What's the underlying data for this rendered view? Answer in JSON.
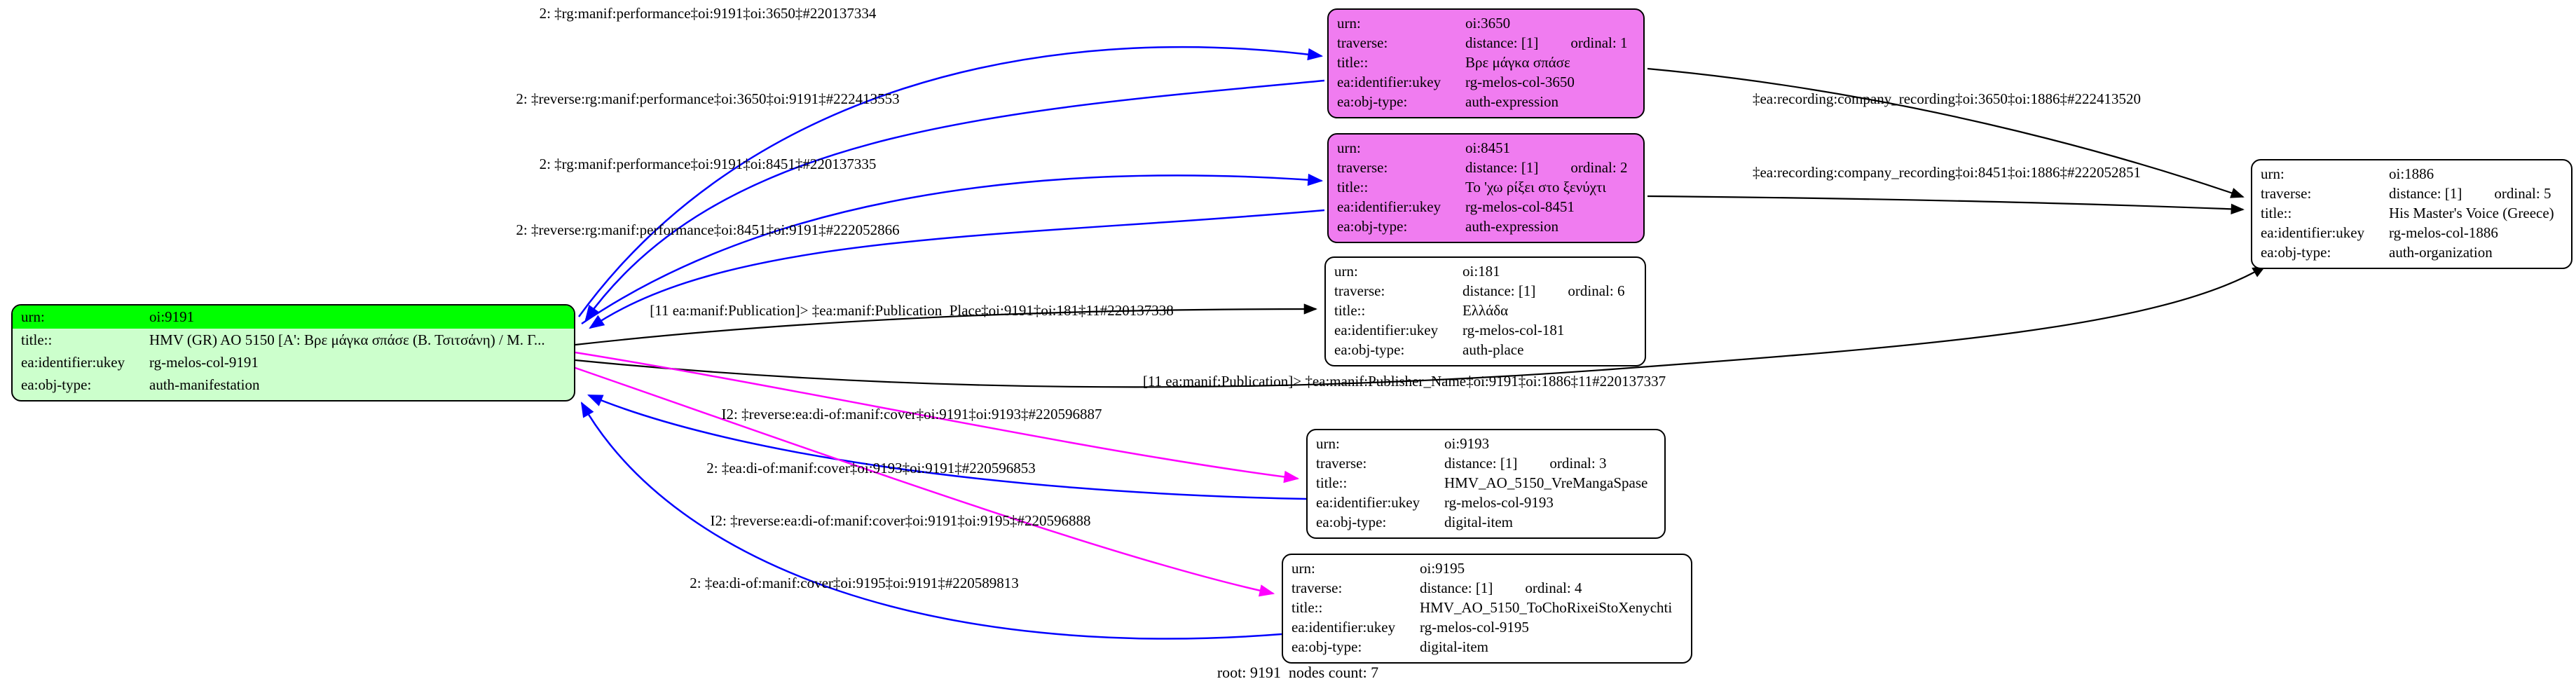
{
  "diagram": {
    "footer": "root: 9191  nodes count: 7",
    "colors": {
      "edge_blue": "#0000ff",
      "edge_magenta": "#ff00ff",
      "edge_black": "#000000",
      "expression_node_fill": "#f07cf0",
      "root_node_fill": "#ccffcc",
      "root_header_fill": "#00ff00",
      "plain_node_fill": "#ffffff"
    },
    "nodes": {
      "n9191": {
        "rows": [
          {
            "k": "urn:",
            "v": "oi:9191"
          },
          {
            "k": "title::",
            "v": "HMV (GR) AO 5150 [Α': Βρε μάγκα σπάσε (Β. Τσιτσάνη) / Μ. Γ..."
          },
          {
            "k": "ea:identifier:ukey",
            "v": "rg-melos-col-9191"
          },
          {
            "k": "ea:obj-type:",
            "v": "auth-manifestation"
          }
        ]
      },
      "n3650": {
        "rows": [
          {
            "k": "urn:",
            "v": "oi:3650"
          },
          {
            "k": "traverse:",
            "v": "distance: [1]",
            "v2": "ordinal: 1"
          },
          {
            "k": "title::",
            "v": "Βρε μάγκα σπάσε"
          },
          {
            "k": "ea:identifier:ukey",
            "v": "rg-melos-col-3650"
          },
          {
            "k": "ea:obj-type:",
            "v": "auth-expression"
          }
        ]
      },
      "n8451": {
        "rows": [
          {
            "k": "urn:",
            "v": "oi:8451"
          },
          {
            "k": "traverse:",
            "v": "distance: [1]",
            "v2": "ordinal: 2"
          },
          {
            "k": "title::",
            "v": "Το 'χω ρίξει στο ξενύχτι"
          },
          {
            "k": "ea:identifier:ukey",
            "v": "rg-melos-col-8451"
          },
          {
            "k": "ea:obj-type:",
            "v": "auth-expression"
          }
        ]
      },
      "n181": {
        "rows": [
          {
            "k": "urn:",
            "v": "oi:181"
          },
          {
            "k": "traverse:",
            "v": "distance: [1]",
            "v2": "ordinal: 6"
          },
          {
            "k": "title::",
            "v": "Ελλάδα"
          },
          {
            "k": "ea:identifier:ukey",
            "v": "rg-melos-col-181"
          },
          {
            "k": "ea:obj-type:",
            "v": "auth-place"
          }
        ]
      },
      "n9193": {
        "rows": [
          {
            "k": "urn:",
            "v": "oi:9193"
          },
          {
            "k": "traverse:",
            "v": "distance: [1]",
            "v2": "ordinal: 3"
          },
          {
            "k": "title::",
            "v": "HMV_AO_5150_VreMangaSpase"
          },
          {
            "k": "ea:identifier:ukey",
            "v": "rg-melos-col-9193"
          },
          {
            "k": "ea:obj-type:",
            "v": "digital-item"
          }
        ]
      },
      "n9195": {
        "rows": [
          {
            "k": "urn:",
            "v": "oi:9195"
          },
          {
            "k": "traverse:",
            "v": "distance: [1]",
            "v2": "ordinal: 4"
          },
          {
            "k": "title::",
            "v": "HMV_AO_5150_ToChoRixeiStoXenychti"
          },
          {
            "k": "ea:identifier:ukey",
            "v": "rg-melos-col-9195"
          },
          {
            "k": "ea:obj-type:",
            "v": "digital-item"
          }
        ]
      },
      "n1886": {
        "rows": [
          {
            "k": "urn:",
            "v": "oi:1886"
          },
          {
            "k": "traverse:",
            "v": "distance: [1]",
            "v2": "ordinal: 5"
          },
          {
            "k": "title::",
            "v": "His Master's Voice (Greece)"
          },
          {
            "k": "ea:identifier:ukey",
            "v": "rg-melos-col-1886"
          },
          {
            "k": "ea:obj-type:",
            "v": "auth-organization"
          }
        ]
      }
    },
    "edges": {
      "e1": {
        "label": "2: ‡rg:manif:performance‡oi:9191‡oi:3650‡#220137334"
      },
      "e2": {
        "label": "2: ‡reverse:rg:manif:performance‡oi:3650‡oi:9191‡#222413553"
      },
      "e3": {
        "label": "2: ‡rg:manif:performance‡oi:9191‡oi:8451‡#220137335"
      },
      "e4": {
        "label": "2: ‡reverse:rg:manif:performance‡oi:8451‡oi:9191‡#222052866"
      },
      "e5": {
        "label": "[11 ea:manif:Publication]> ‡ea:manif:Publication_Place‡oi:9191‡oi:181‡11#220137338"
      },
      "e6": {
        "label": "‡ea:recording:company_recording‡oi:3650‡oi:1886‡#222413520"
      },
      "e7": {
        "label": "‡ea:recording:company_recording‡oi:8451‡oi:1886‡#222052851"
      },
      "e8": {
        "label": "[11 ea:manif:Publication]> ‡ea:manif:Publisher_Name‡oi:9191‡oi:1886‡11#220137337"
      },
      "e9": {
        "label": "I2: ‡reverse:ea:di-of:manif:cover‡oi:9191‡oi:9193‡#220596887"
      },
      "e10": {
        "label": "2: ‡ea:di-of:manif:cover‡oi:9193‡oi:9191‡#220596853"
      },
      "e11": {
        "label": "I2: ‡reverse:ea:di-of:manif:cover‡oi:9191‡oi:9195‡#220596888"
      },
      "e12": {
        "label": "2: ‡ea:di-of:manif:cover‡oi:9195‡oi:9191‡#220589813"
      }
    }
  }
}
